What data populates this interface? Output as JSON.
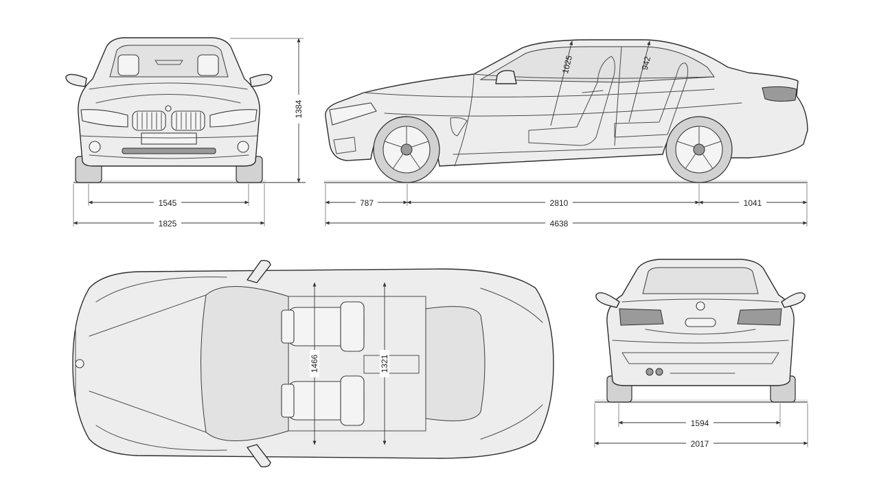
{
  "front_view": {
    "track_front": "1545",
    "width": "1825",
    "height": "1384"
  },
  "side_view": {
    "front_overhang": "787",
    "wheelbase": "2810",
    "rear_overhang": "1041",
    "length": "4638",
    "front_headroom": "1025",
    "rear_headroom": "942"
  },
  "top_view": {
    "front_shoulder_width": "1466",
    "rear_shoulder_width": "1321"
  },
  "rear_view": {
    "track_rear": "1594",
    "width_with_mirrors": "2017"
  }
}
